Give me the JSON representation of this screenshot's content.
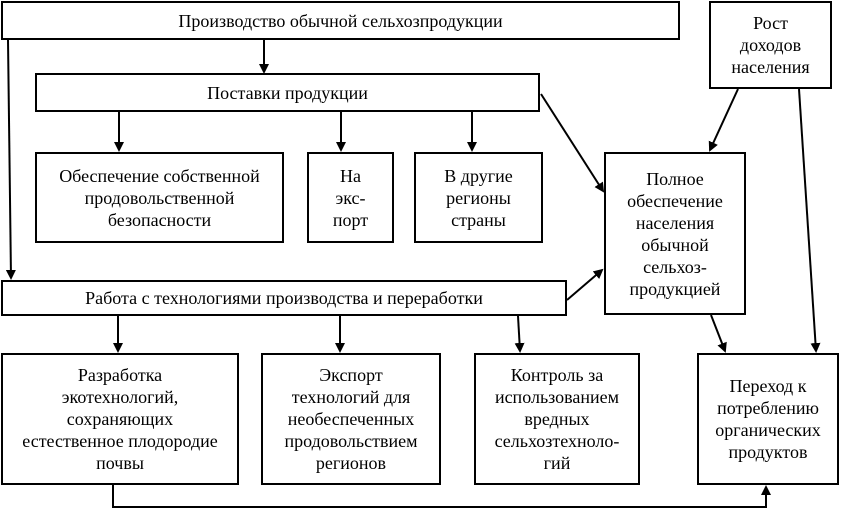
{
  "boxes": {
    "production": "Производство обычной сельхозпродукции",
    "income": "Рост\nдоходов\nнаселения",
    "supply": "Поставки продукции",
    "food_security": "Обеспечение собственной\nпродовольственной\nбезопасности",
    "export": "На\nэкс-\nпорт",
    "regions": "В другие\nрегионы\nстраны",
    "full_provision": "Полное\nобеспечение\nнаселения\nобычной\nсельхоз-\nпродукцией",
    "technologies": "Работа с технологиями производства и переработки",
    "eco_tech": "Разработка\nэкотехнологий,\nсохраняющих\nестественное плодородие\nпочвы",
    "tech_export": "Экспорт\nтехнологий для\nнеобеспеченных\nпродовольствием\nрегионов",
    "control": "Контроль за\nиспользованием\nвредных\nсельхозтехноло-\nгий",
    "organic": "Переход к\nпотреблению\nорганических\nпродуктов"
  }
}
